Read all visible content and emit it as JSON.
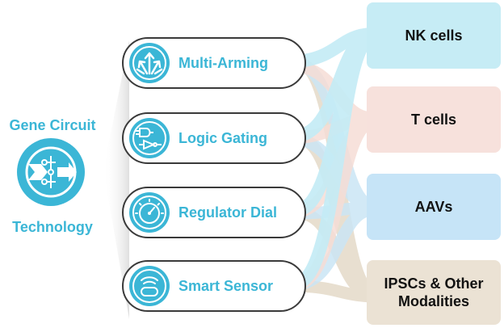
{
  "hub": {
    "title_top": "Gene Circuit",
    "title_bottom": "Technology",
    "icon": "circuit-arrows-icon"
  },
  "features": [
    {
      "label": "Multi-Arming",
      "icon": "multi-arrow-icon"
    },
    {
      "label": "Logic Gating",
      "icon": "logic-gate-icon"
    },
    {
      "label": "Regulator Dial",
      "icon": "dial-icon"
    },
    {
      "label": "Smart Sensor",
      "icon": "sensor-icon"
    }
  ],
  "targets": [
    {
      "label": "NK cells",
      "color": "#c6ecf5"
    },
    {
      "label": "T cells",
      "color": "#f7e1dc"
    },
    {
      "label": "AAVs",
      "color": "#c6e4f7"
    },
    {
      "label_lines": [
        "IPSCs & Other",
        "Modalities"
      ],
      "color": "#ebe2d4"
    }
  ],
  "colors": {
    "accent": "#3bb6d6",
    "outline": "#3a3a3a"
  }
}
